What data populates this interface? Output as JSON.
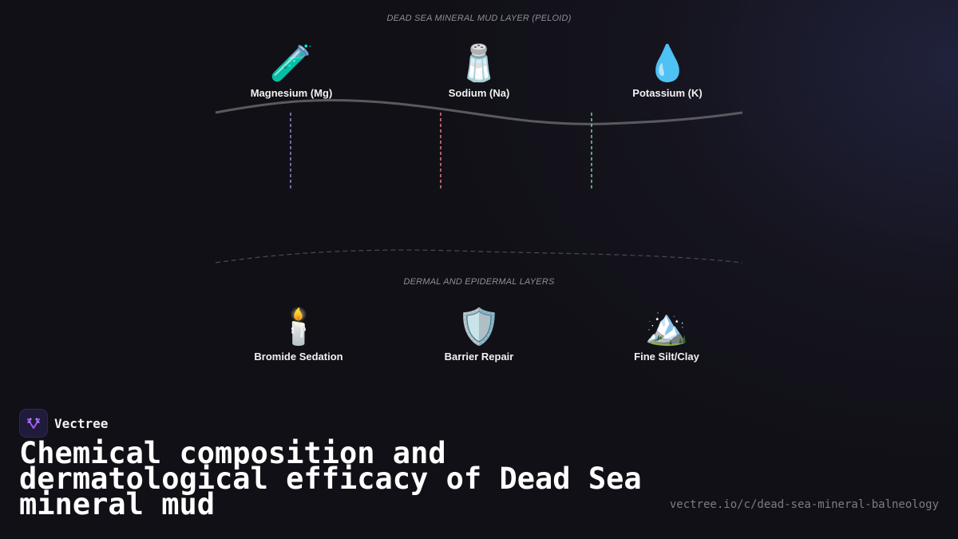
{
  "diagram": {
    "top_layer_label": "DEAD SEA MINERAL MUD LAYER (PELOID)",
    "bottom_layer_label": "DERMAL AND EPIDERMAL LAYERS",
    "minerals": [
      {
        "icon": "🧪",
        "icon_name": "test-tube-icon",
        "label": "Magnesium (Mg)",
        "color": "#8a8acf"
      },
      {
        "icon": "🧂",
        "icon_name": "salt-shaker-icon",
        "label": "Sodium (Na)",
        "color": "#e07a8c"
      },
      {
        "icon": "💧",
        "icon_name": "droplet-icon",
        "label": "Potassium (K)",
        "color": "#7fcf8a"
      }
    ],
    "effects": [
      {
        "icon": "🕯️",
        "icon_name": "candle-icon",
        "label": "Bromide Sedation"
      },
      {
        "icon": "🛡️",
        "icon_name": "shield-icon",
        "label": "Barrier Repair"
      },
      {
        "icon": "🏔️",
        "icon_name": "mountain-icon",
        "label": "Fine Silt/Clay"
      }
    ]
  },
  "footer": {
    "brand": "Vectree",
    "title": "Chemical composition and dermatological efficacy of Dead Sea mineral mud",
    "url": "vectree.io/c/dead-sea-mineral-balneology"
  },
  "colors": {
    "background": "#111016",
    "mud_line": "#5a5a5e",
    "skin_line": "#4a4a50"
  }
}
